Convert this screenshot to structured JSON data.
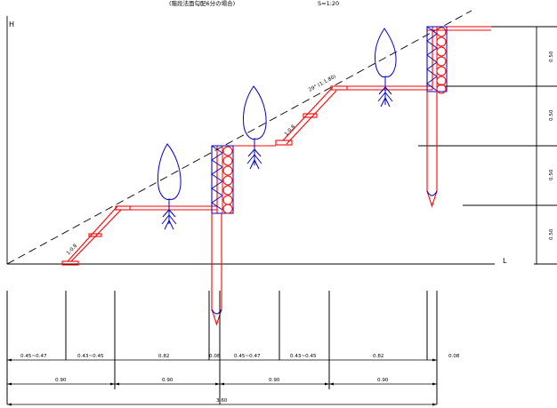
{
  "header": {
    "caption": "(階段法面勾配6分の場合)",
    "scale": "S=1:20"
  },
  "axes": {
    "y_label": "H",
    "x_label": "L"
  },
  "slope_labels": {
    "lower": "1:0.8",
    "middle": "1:0.8",
    "upper": "29° (1:1.80)"
  },
  "right_dimensions": [
    "0.50",
    "0.50",
    "0.50",
    "0.50"
  ],
  "bottom_row1": [
    "0.45~0.47",
    "0.43~0.45",
    "0.82",
    "0.08",
    "0.45~0.47",
    "0.43~0.45",
    "0.82",
    "0.08"
  ],
  "bottom_row2": [
    "0.90",
    "0.90",
    "0.90",
    "0.90"
  ],
  "bottom_row3": "3.60",
  "colors": {
    "structure": "#ff0000",
    "pile": "#ff0000",
    "crib_mesh": "#0000cc",
    "tree": "#0000cc",
    "lines": "#000000"
  },
  "icons": [
    "tree-icon",
    "tree-icon",
    "tree-icon",
    "tree-icon"
  ]
}
